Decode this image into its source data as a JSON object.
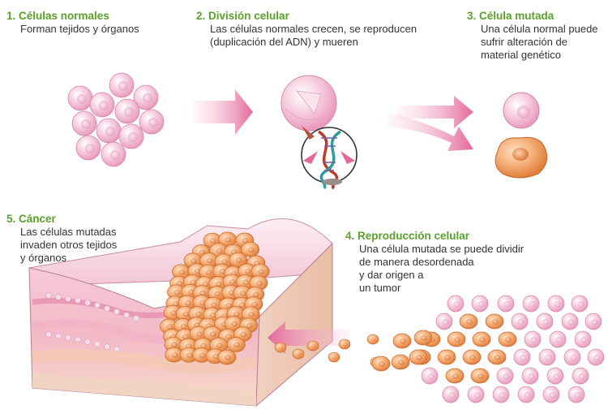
{
  "steps": [
    {
      "num": "1.",
      "title": "Células normales",
      "lines": [
        "Forman tejidos y órganos"
      ]
    },
    {
      "num": "2.",
      "title": "División celular",
      "lines": [
        "Las células normales crecen, se reproducen",
        "(duplicación del ADN) y mueren"
      ]
    },
    {
      "num": "3.",
      "title": "Célula mutada",
      "lines": [
        "Una célula normal puede",
        "sufrir alteración de",
        "material genético"
      ]
    },
    {
      "num": "4.",
      "title": "Reproducción celular",
      "lines": [
        "Una célula mutada se puede dividir",
        "de manera desordenada",
        "y dar origen a",
        "un tumor"
      ]
    },
    {
      "num": "5.",
      "title": "Cáncer",
      "lines": [
        "Las células mutadas",
        "invaden otros tejidos",
        "y órganos"
      ]
    }
  ],
  "colors": {
    "accent": "#5aa02c",
    "normal_cell": "#f6c6d9",
    "mutated_cell": "#f4a266",
    "arrow": "#e4679a"
  }
}
